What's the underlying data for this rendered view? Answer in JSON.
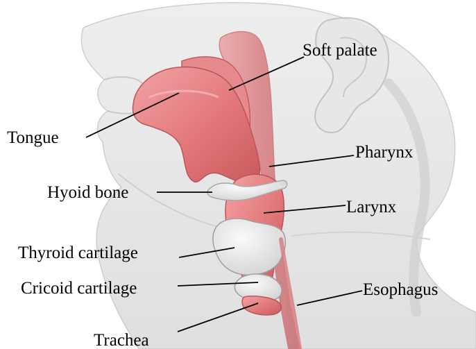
{
  "labels": {
    "soft_palate": "Soft palate",
    "tongue": "Tongue",
    "pharynx": "Pharynx",
    "hyoid_bone": "Hyoid bone",
    "larynx": "Larynx",
    "thyroid_cartilage": "Thyroid cartilage",
    "cricoid_cartilage": "Cricoid cartilage",
    "esophagus": "Esophagus",
    "trachea": "Trachea"
  },
  "colors": {
    "head_silhouette": "#d9d9d9",
    "soft_tissue": "#e2777a",
    "soft_tissue_light": "#f0a0a2",
    "cartilage": "#e6e6e6",
    "leader_line": "#000000"
  }
}
